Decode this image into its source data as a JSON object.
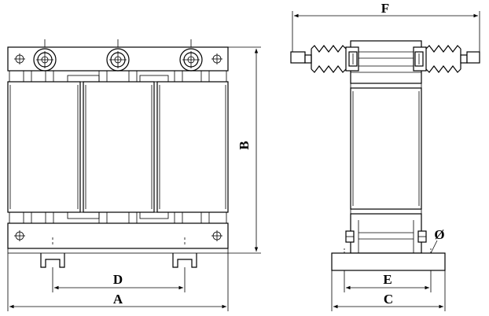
{
  "dimensions": {
    "A": "A",
    "B": "B",
    "C": "C",
    "D": "D",
    "E": "E",
    "F": "F",
    "diameter": "Ø"
  }
}
